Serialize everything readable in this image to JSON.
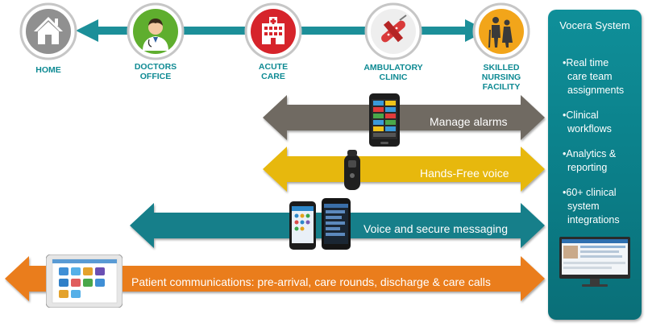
{
  "care_settings": [
    {
      "label_lines": [
        "HOME"
      ],
      "icon": "house-icon"
    },
    {
      "label_lines": [
        "DOCTORS",
        "OFFICE"
      ],
      "icon": "doctor-icon"
    },
    {
      "label_lines": [
        "ACUTE",
        "CARE"
      ],
      "icon": "hospital-icon"
    },
    {
      "label_lines": [
        "AMBULATORY",
        "CLINIC"
      ],
      "icon": "syringe-bandage-icon"
    },
    {
      "label_lines": [
        "SKILLED",
        "NURSING",
        "FACILITY"
      ],
      "icon": "elderly-couple-icon"
    }
  ],
  "capabilities": [
    {
      "label": "Manage alarms",
      "device": "smartphone-alarms-icon",
      "color": "#6f6a62"
    },
    {
      "label": "Hands-Free voice",
      "device": "badge-device-icon",
      "color": "#e7b80d"
    },
    {
      "label": "Voice and secure messaging",
      "device": "two-smartphones-icon",
      "color": "#137f8a"
    },
    {
      "label": "Patient communications: pre-arrival, care rounds, discharge & care calls",
      "device": "tablet-icon",
      "color": "#ea7d1c"
    }
  ],
  "system_panel": {
    "title": "Vocera System",
    "bullets": [
      [
        "•Real time",
        "care team",
        "assignments"
      ],
      [
        "•Clinical",
        "workflows"
      ],
      [
        "•Analytics &",
        "reporting"
      ],
      [
        "•60+ clinical",
        "system",
        "integrations"
      ]
    ],
    "monitor_icon": "desktop-monitor-icon"
  },
  "colors": {
    "teal": "#0e8a93",
    "gray": "#6f6a62",
    "yellow": "#e7b80d",
    "orange": "#ea7d1c",
    "red": "#d6242b",
    "circle_border": "#c6c6c6"
  }
}
